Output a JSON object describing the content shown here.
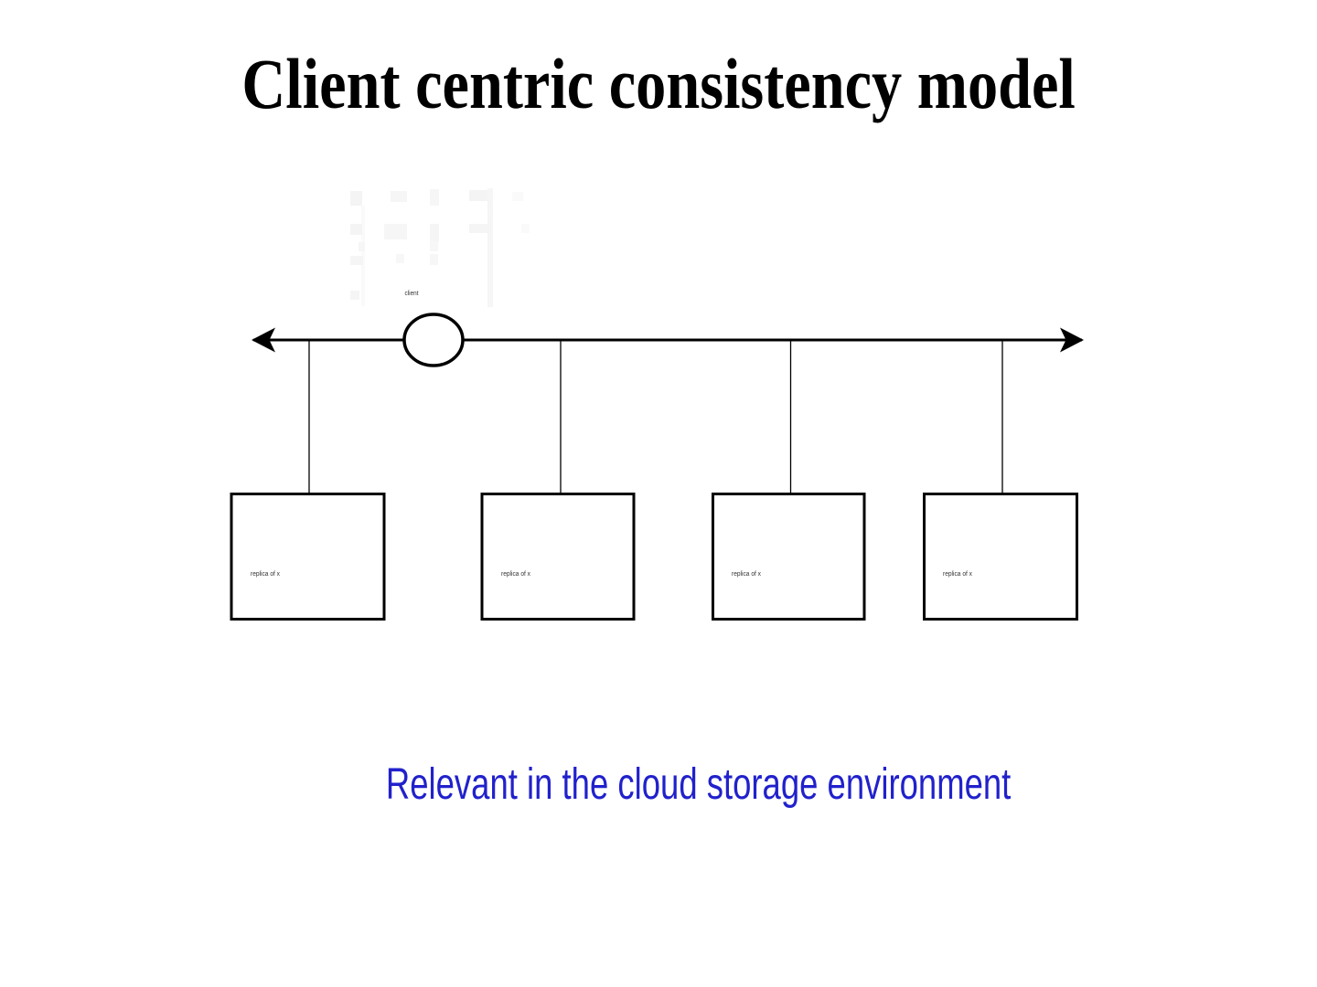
{
  "slide": {
    "title": "Client centric consistency model",
    "subtitle": "Relevant in the cloud storage environment",
    "colors": {
      "subtitle_blue": "#2121cc",
      "diagram_stroke": "#000000",
      "label_gray": "#333333",
      "watermark_gray": "#f4f4f4"
    }
  },
  "diagram": {
    "client_label": "client",
    "replicas": [
      {
        "label": "replica of x"
      },
      {
        "label": "replica of x"
      },
      {
        "label": "replica of x"
      },
      {
        "label": "replica of x"
      }
    ]
  }
}
